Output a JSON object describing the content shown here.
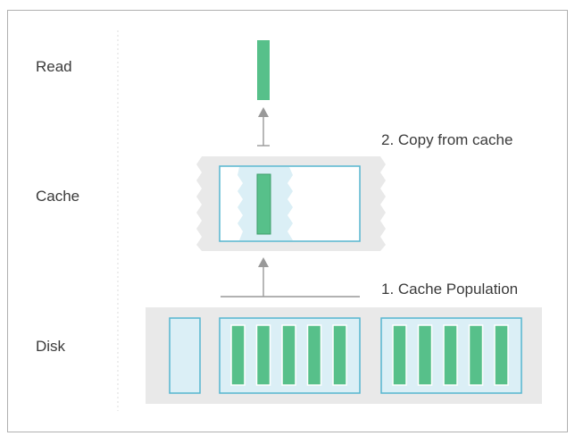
{
  "rows": {
    "read": "Read",
    "cache": "Cache",
    "disk": "Disk"
  },
  "annotations": {
    "copy": "2. Copy from cache",
    "population": "1. Cache Population"
  },
  "disk": {
    "group_a_blocks": 5,
    "group_b_blocks": 5
  },
  "colors": {
    "frame": "#b0b0b0",
    "tray": "#e9e9e9",
    "page_fill": "#dbeff6",
    "page_border": "#55b6cf",
    "block": "#57c08a",
    "arrow": "#999999",
    "text": "#3a3a3a"
  }
}
